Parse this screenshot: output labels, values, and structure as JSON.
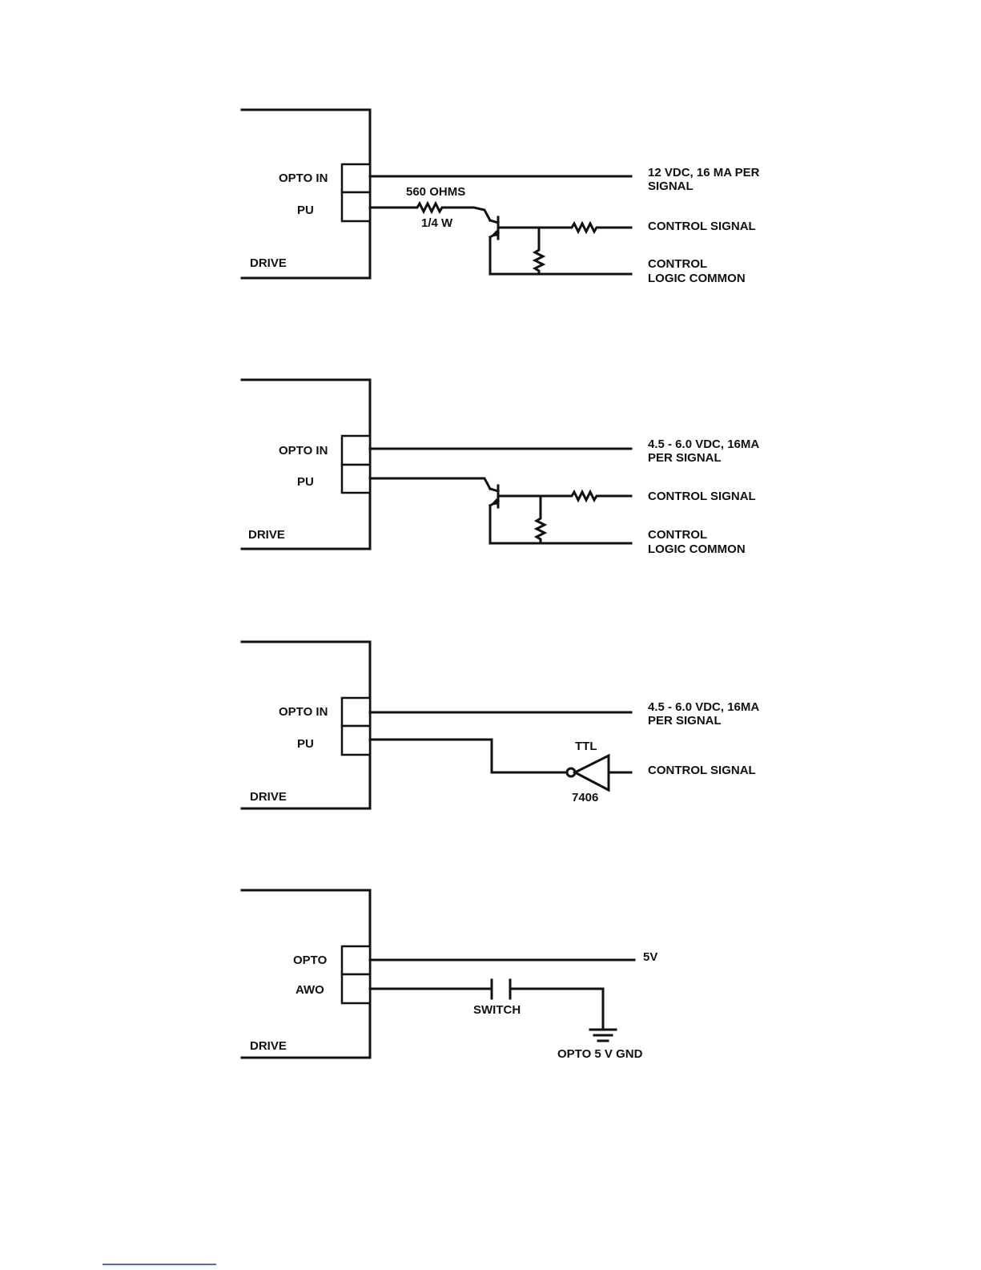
{
  "colors": {
    "ink": "#111111",
    "paper": "#ffffff",
    "footnote_rule": "#1a3fa8"
  },
  "diagrams": [
    {
      "drive_label": "DRIVE",
      "terminal_1": "OPTO IN",
      "terminal_2": "PU",
      "supply_line1": "12 VDC, 16 MA PER",
      "supply_line2": "SIGNAL",
      "resistor_value": "560 OHMS",
      "resistor_power": "1/4 W",
      "control_signal": "CONTROL SIGNAL",
      "common_line1": "CONTROL",
      "common_line2": "LOGIC COMMON"
    },
    {
      "drive_label": "DRIVE",
      "terminal_1": "OPTO IN",
      "terminal_2": "PU",
      "supply_line1": "4.5 - 6.0 VDC, 16MA",
      "supply_line2": "PER SIGNAL",
      "control_signal": "CONTROL SIGNAL",
      "common_line1": "CONTROL",
      "common_line2": "LOGIC COMMON"
    },
    {
      "drive_label": "DRIVE",
      "terminal_1": "OPTO IN",
      "terminal_2": "PU",
      "supply_line1": "4.5 - 6.0 VDC, 16MA",
      "supply_line2": "PER SIGNAL",
      "gate_family": "TTL",
      "gate_part": "7406",
      "control_signal": "CONTROL SIGNAL"
    },
    {
      "drive_label": "DRIVE",
      "terminal_1": "OPTO",
      "terminal_2": "AWO",
      "supply": "5V",
      "switch_label": "SWITCH",
      "ground_label": "OPTO 5 V GND"
    }
  ]
}
